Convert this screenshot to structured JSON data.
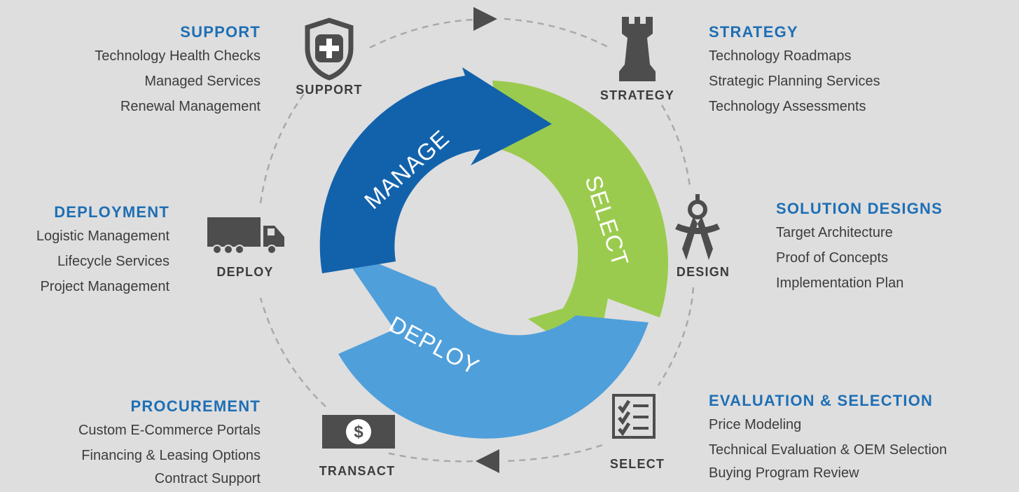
{
  "colors": {
    "manage": "#1262ab",
    "select": "#9bcb4e",
    "deploy": "#4f9fdb",
    "heading": "#1e6fb5",
    "icon": "#4d4d4d",
    "dashed": "#a9a9a9"
  },
  "cycle": {
    "manage": "MANAGE",
    "select": "SELECT",
    "deploy": "DEPLOY"
  },
  "stages": {
    "support": "SUPPORT",
    "strategy": "STRATEGY",
    "design": "DESIGN",
    "select": "SELECT",
    "transact": "TRANSACT",
    "deploy": "DEPLOY"
  },
  "icons": {
    "support": "shield-plus-icon",
    "strategy": "chess-rook-icon",
    "design": "compass-icon",
    "select": "checklist-icon",
    "transact": "dollar-icon",
    "deploy": "truck-icon"
  },
  "sections": {
    "support": {
      "title": "SUPPORT",
      "items": [
        "Technology Health Checks",
        "Managed Services",
        "Renewal Management"
      ]
    },
    "strategy": {
      "title": "STRATEGY",
      "items": [
        "Technology Roadmaps",
        "Strategic Planning Services",
        "Technology Assessments"
      ]
    },
    "solution": {
      "title": "SOLUTION DESIGNS",
      "items": [
        "Target Architecture",
        "Proof of Concepts",
        "Implementation Plan"
      ]
    },
    "deployment": {
      "title": "DEPLOYMENT",
      "items": [
        "Logistic Management",
        "Lifecycle Services",
        "Project Management"
      ]
    },
    "procurement": {
      "title": "PROCUREMENT",
      "items": [
        "Custom E-Commerce Portals",
        "Financing & Leasing Options",
        "Contract Support"
      ]
    },
    "evaluation": {
      "title": "EVALUATION & SELECTION",
      "items": [
        "Price Modeling",
        "Technical Evaluation & OEM Selection",
        "Buying Program Review"
      ]
    }
  }
}
